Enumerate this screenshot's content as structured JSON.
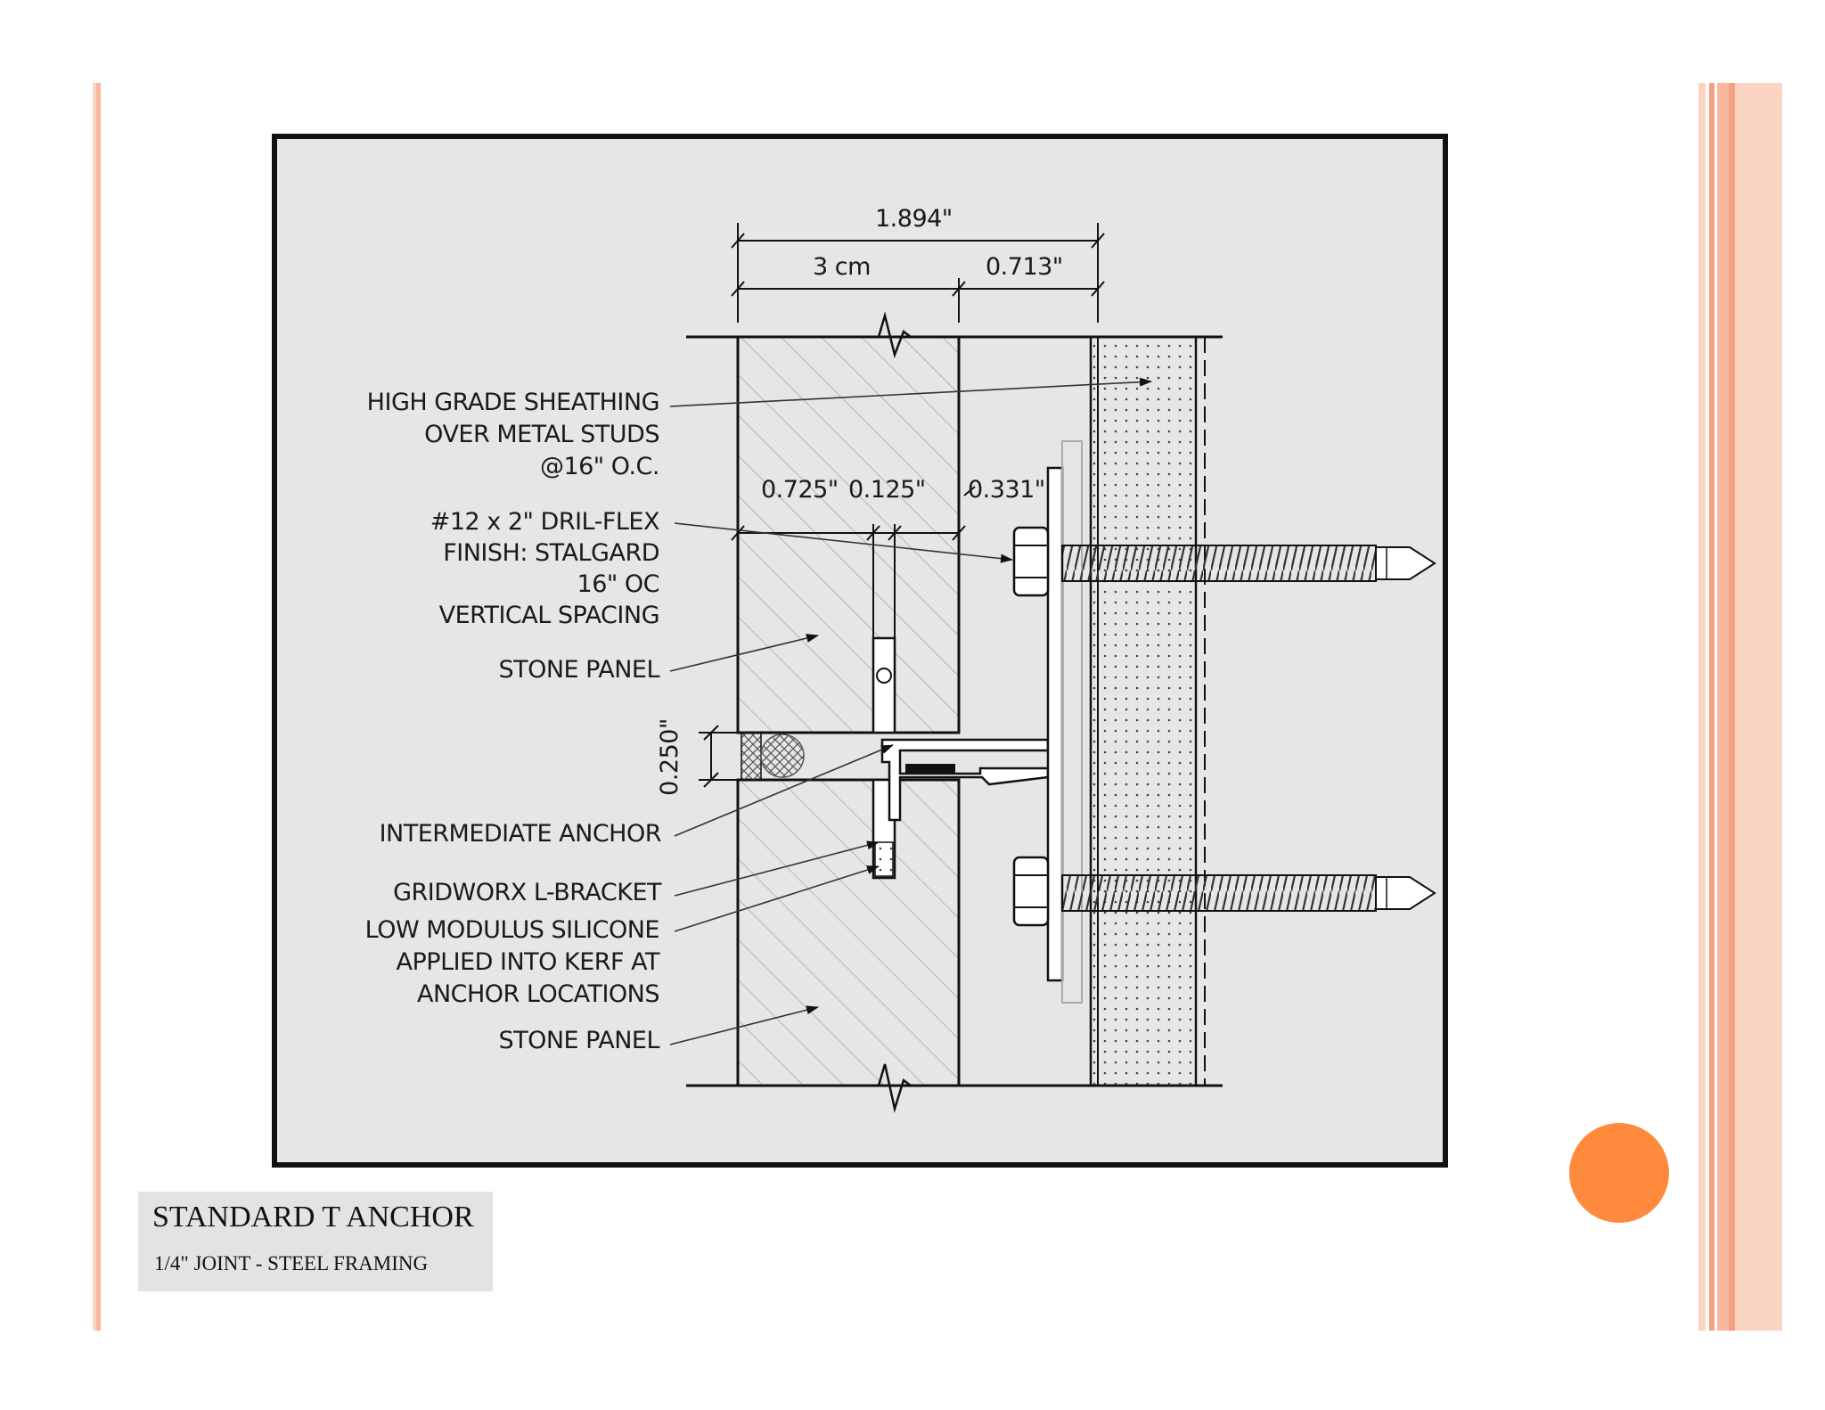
{
  "colors": {
    "stripe_light": "#fbd3c1",
    "stripe_mid": "#f8b89d",
    "stripe_dark": "#f4a27f",
    "accent_dot": "#ff8a3d",
    "frame_bg": "#e6e6e6"
  },
  "diagram": {
    "dimensions": {
      "overall": "1.894\"",
      "stone": "3 cm",
      "cavity": "0.713\"",
      "kerf_a": "0.725\"",
      "kerf_b": "0.125\"",
      "kerf_c": "0.331\"",
      "joint": "0.250\""
    },
    "callouts": [
      {
        "id": "sheathing",
        "lines": [
          "HIGH GRADE SHEATHING",
          "OVER METAL STUDS",
          "@16\" O.C."
        ]
      },
      {
        "id": "screw",
        "lines": [
          "#12 x 2\"  DRIL-FLEX",
          "FINISH: STALGARD",
          "16\" OC",
          "VERTICAL SPACING"
        ]
      },
      {
        "id": "stone-top",
        "lines": [
          "STONE PANEL"
        ]
      },
      {
        "id": "intermediate",
        "lines": [
          "INTERMEDIATE ANCHOR"
        ]
      },
      {
        "id": "bracket",
        "lines": [
          "GRIDWORX L-BRACKET"
        ]
      },
      {
        "id": "silicone",
        "lines": [
          "LOW MODULUS SILICONE",
          "APPLIED INTO KERF AT",
          "ANCHOR LOCATIONS"
        ]
      },
      {
        "id": "stone-bottom",
        "lines": [
          "STONE PANEL"
        ]
      }
    ]
  },
  "caption": {
    "title": "STANDARD T ANCHOR",
    "subtitle": "1/4\" JOINT - STEEL FRAMING"
  }
}
